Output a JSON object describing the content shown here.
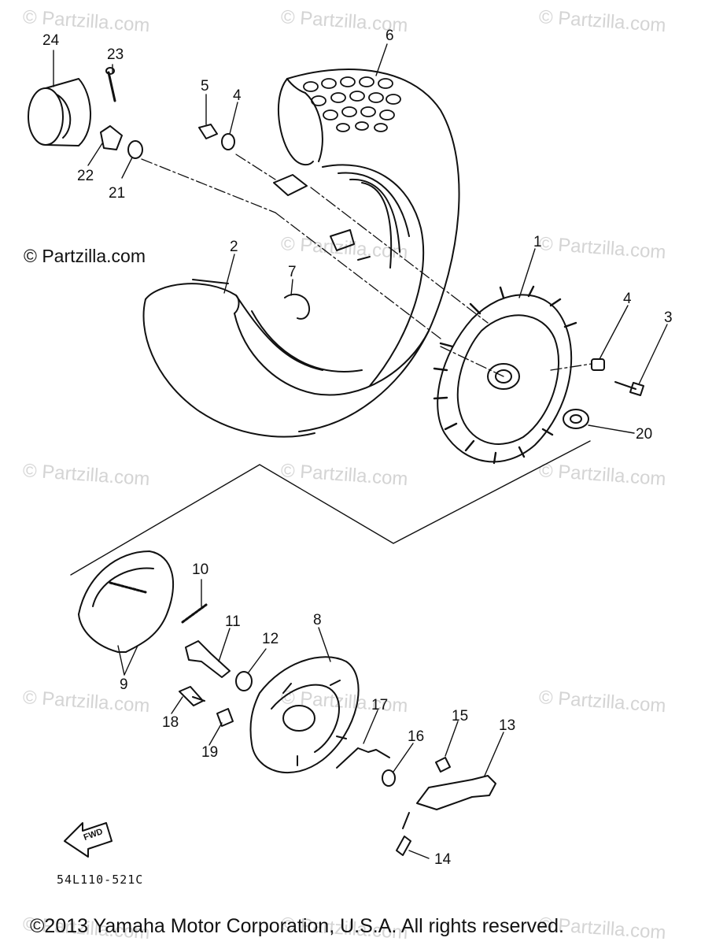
{
  "watermark": "© Partzilla.com",
  "credit": "© Partzilla.com",
  "diagram_code": "54L110-521C",
  "fwd_label": "FWD",
  "copyright": "©2013 Yamaha Motor Corporation, U.S.A. All rights reserved.",
  "callouts": {
    "c1": "1",
    "c2": "2",
    "c3": "3",
    "c4a": "4",
    "c4b": "4",
    "c5": "5",
    "c6": "6",
    "c7": "7",
    "c8": "8",
    "c9": "9",
    "c10": "10",
    "c11": "11",
    "c12": "12",
    "c13": "13",
    "c14": "14",
    "c15": "15",
    "c16": "16",
    "c17": "17",
    "c18": "18",
    "c19": "19",
    "c20": "20",
    "c21": "21",
    "c22": "22",
    "c23": "23",
    "c24": "24"
  }
}
